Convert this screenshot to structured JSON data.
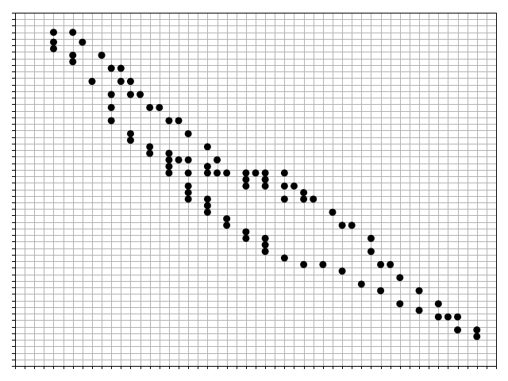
{
  "chart_data": {
    "type": "scatter",
    "title": "",
    "xlabel": "",
    "ylabel": "",
    "xlim": [
      0,
      50
    ],
    "ylim": [
      0,
      54
    ],
    "x_grid_step": 1,
    "y_grid_step": 1,
    "grid": true,
    "grid_color": "#b3b3b3",
    "marker_color": "#000000",
    "legend": "none",
    "series": [
      {
        "points": [
          [
            4,
            51
          ],
          [
            6,
            51
          ],
          [
            7,
            49.5
          ],
          [
            4,
            49.5
          ],
          [
            4,
            48.5
          ],
          [
            6,
            47.5
          ],
          [
            6,
            46.5
          ],
          [
            9,
            47.5
          ],
          [
            10,
            45.5
          ],
          [
            11,
            45.5
          ],
          [
            8,
            43.5
          ],
          [
            11,
            43.5
          ],
          [
            12,
            43.5
          ],
          [
            10,
            41.5
          ],
          [
            12,
            41.5
          ],
          [
            13,
            41.5
          ],
          [
            10,
            39.5
          ],
          [
            14,
            39.5
          ],
          [
            15,
            39.5
          ],
          [
            10,
            37.5
          ],
          [
            16,
            37.5
          ],
          [
            17,
            37.5
          ],
          [
            18,
            35.5
          ],
          [
            12,
            35.5
          ],
          [
            12,
            34.5
          ],
          [
            14,
            33.5
          ],
          [
            20,
            33.5
          ],
          [
            14,
            32.5
          ],
          [
            16,
            32.5
          ],
          [
            16,
            31.5
          ],
          [
            17,
            31.5
          ],
          [
            18,
            31.5
          ],
          [
            21,
            31.5
          ],
          [
            16,
            30.5
          ],
          [
            20,
            30.5
          ],
          [
            16,
            29.5
          ],
          [
            18,
            29.5
          ],
          [
            20,
            29.5
          ],
          [
            21,
            29.5
          ],
          [
            22,
            29.5
          ],
          [
            24,
            29.5
          ],
          [
            25,
            29.5
          ],
          [
            26,
            29.5
          ],
          [
            28,
            29.5
          ],
          [
            24,
            28.5
          ],
          [
            26,
            28.5
          ],
          [
            18,
            27.5
          ],
          [
            24,
            27.5
          ],
          [
            26,
            27.5
          ],
          [
            28,
            27.5
          ],
          [
            29,
            27.5
          ],
          [
            18,
            26.5
          ],
          [
            30,
            26.5
          ],
          [
            18,
            25.5
          ],
          [
            20,
            25.5
          ],
          [
            28,
            25.5
          ],
          [
            30,
            25.5
          ],
          [
            31,
            25.5
          ],
          [
            20,
            24.5
          ],
          [
            20,
            23.5
          ],
          [
            33,
            23.5
          ],
          [
            22,
            22.5
          ],
          [
            22,
            21.5
          ],
          [
            34,
            21.5
          ],
          [
            35,
            21.5
          ],
          [
            24,
            20.5
          ],
          [
            24,
            19.5
          ],
          [
            26,
            19.5
          ],
          [
            37,
            19.5
          ],
          [
            26,
            18.5
          ],
          [
            26,
            17.5
          ],
          [
            37,
            17.5
          ],
          [
            28,
            16.5
          ],
          [
            30,
            15.5
          ],
          [
            32,
            15.5
          ],
          [
            38,
            15.5
          ],
          [
            39,
            15.5
          ],
          [
            34,
            14.5
          ],
          [
            40,
            13.5
          ],
          [
            36,
            12.5
          ],
          [
            38,
            11.5
          ],
          [
            42,
            11.5
          ],
          [
            40,
            9.5
          ],
          [
            44,
            9.5
          ],
          [
            42,
            8.5
          ],
          [
            44,
            7.5
          ],
          [
            45,
            7.5
          ],
          [
            46,
            7.5
          ],
          [
            46,
            5.5
          ],
          [
            48,
            5.5
          ],
          [
            48,
            4.5
          ]
        ]
      }
    ]
  }
}
